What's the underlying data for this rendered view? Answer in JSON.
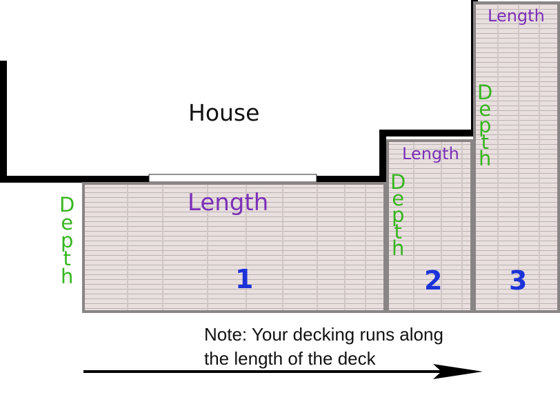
{
  "house": {
    "label": "House"
  },
  "sections": [
    {
      "number": "1",
      "length_label": "Length",
      "depth_label": "Depth"
    },
    {
      "number": "2",
      "length_label": "Length",
      "depth_label": "Depth"
    },
    {
      "number": "3",
      "length_label": "Length",
      "depth_label": "Depth"
    }
  ],
  "note": {
    "line1": "Note: Your decking runs along",
    "line2": "the length of the deck"
  },
  "colors": {
    "length_text": "#7b2fb8",
    "depth_text": "#36b61f",
    "number_text": "#1c33d9",
    "deck_fill": "#e7dcdc",
    "deck_border": "#8a8585",
    "wall": "#000000"
  }
}
